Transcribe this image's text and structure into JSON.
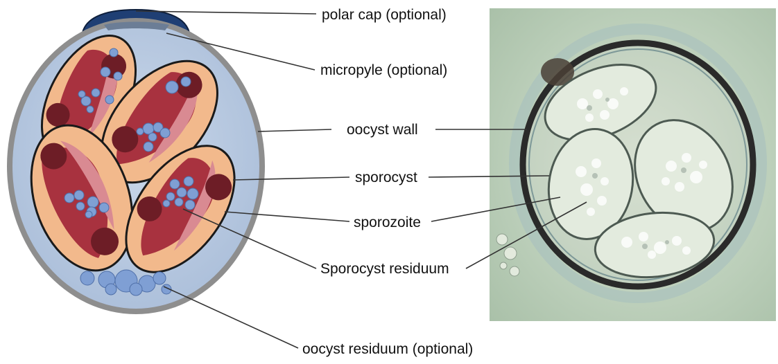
{
  "labels": {
    "polar_cap": "polar cap (optional)",
    "micropyle": "micropyle (optional)",
    "oocyst_wall": "oocyst wall",
    "sporocyst": "sporocyst",
    "sporozoite": "sporozoite",
    "sporocyst_residuum": "Sporocyst residuum",
    "oocyst_residuum": "oocyst residuum (optional)"
  },
  "colors": {
    "oocyst_fill": "#b9cbe2",
    "oocyst_wall": "#8e8e8e",
    "polar_cap": "#1f3f74",
    "sporocyst_fill": "#f2b98c",
    "sporozoite": "#a8323f",
    "sporozoite_light": "#d98a92",
    "nucleus": "#6d1d26",
    "granule": "#7f9fd4",
    "photo_bg": "#b7cdb6",
    "leader_line": "#333333"
  }
}
